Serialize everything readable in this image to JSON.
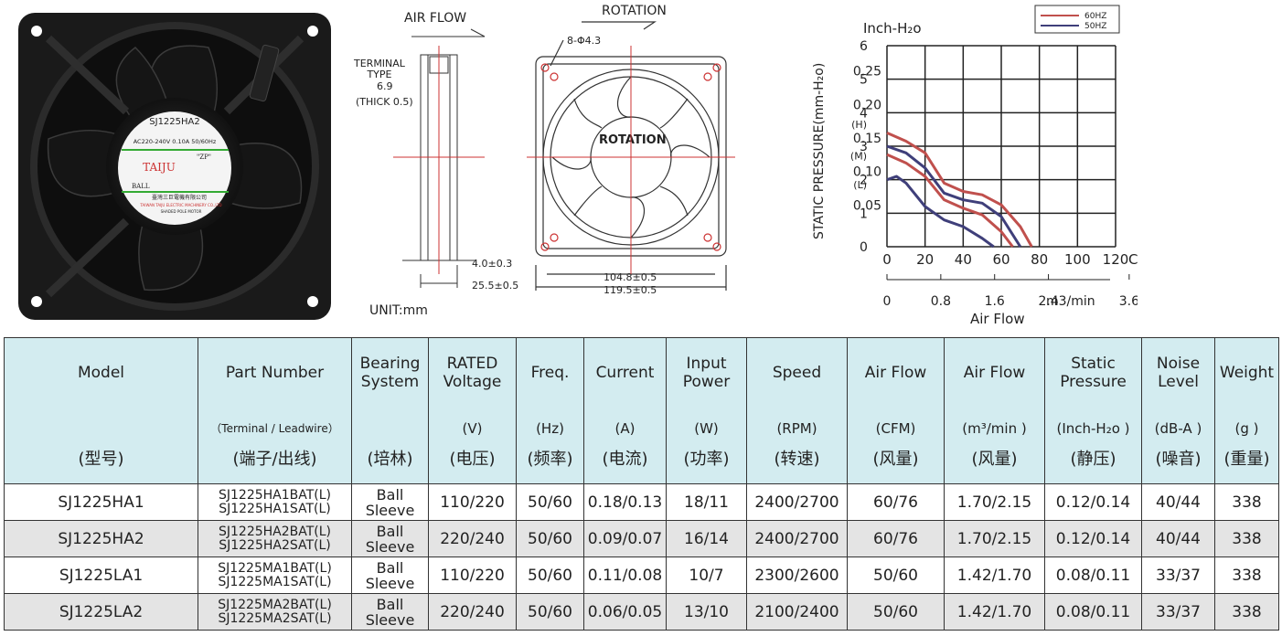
{
  "product_photo": {
    "label_model": "SJ1225HA2",
    "label_rating": "AC220-240V  0.10A  50/60Hz",
    "label_brand": "TAIJU",
    "label_zp": "\"ZP\"",
    "label_ball": "BALL",
    "label_company": "臺灣三巨電機有限公司",
    "label_company_en": "TAIWAN TAIJU ELECTRIC MACHINERY CO.,LTD",
    "label_motor": "SHADED POLE MOTOR"
  },
  "drawing": {
    "air_flow": "AIR FLOW",
    "rotation_top": "ROTATION",
    "terminal_type": "TERMINAL\nTYPE",
    "dim_6_9": "6.9",
    "thick": "(THICK 0.5)",
    "dim_4": "4.0±0.3",
    "dim_25": "25.5±0.5",
    "holes": "8-Φ4.3",
    "rotation_center": "ROTATION",
    "dim_104": "104.8±0.5",
    "dim_119": "119.5±0.5",
    "unit": "UNIT:mm"
  },
  "chart_data": {
    "type": "line",
    "inch_label": "Inch-H₂o",
    "ylabel": "STATIC PRESSURE(mm-H₂o)",
    "xlabel": "Air Flow",
    "x_unit_cfm": "CFM",
    "x_unit_m3": "m3/min",
    "x_ticks_cfm": [
      "0",
      "20",
      "40",
      "60",
      "80",
      "100",
      "120"
    ],
    "x_ticks_m3": [
      "0",
      "0.8",
      "1.6",
      "2.4",
      "3.6"
    ],
    "y_ticks_mm": [
      "0",
      "1",
      "2",
      "3",
      "4",
      "5",
      "6"
    ],
    "y_ticks_inch": [
      "0.05",
      "0.10",
      "0.15",
      "0.20",
      "0.25"
    ],
    "y_marks": [
      "(H)",
      "(M)",
      "(L)"
    ],
    "xlim": [
      0,
      120
    ],
    "ylim": [
      0,
      6
    ],
    "grid": true,
    "legend_position": "top-right",
    "colors": {
      "60HZ": "#c0504d",
      "50HZ": "#3f3f7a"
    },
    "series": [
      {
        "name": "60HZ",
        "x": [
          0,
          10,
          20,
          30,
          40,
          50,
          60,
          70,
          76
        ],
        "y": [
          3.4,
          3.15,
          2.8,
          1.9,
          1.65,
          1.55,
          1.25,
          0.6,
          0
        ]
      },
      {
        "name": "60HZ",
        "x": [
          0,
          10,
          20,
          30,
          40,
          50,
          60,
          66
        ],
        "y": [
          2.75,
          2.5,
          2.1,
          1.4,
          1.15,
          0.95,
          0.45,
          0
        ]
      },
      {
        "name": "50HZ",
        "x": [
          0,
          10,
          20,
          30,
          40,
          50,
          60,
          70
        ],
        "y": [
          3.0,
          2.8,
          2.35,
          1.6,
          1.4,
          1.3,
          0.9,
          0
        ]
      },
      {
        "name": "50HZ",
        "x": [
          0,
          5,
          10,
          20,
          30,
          40,
          50,
          56
        ],
        "y": [
          2.0,
          2.1,
          1.9,
          1.2,
          0.8,
          0.6,
          0.25,
          0
        ]
      }
    ]
  },
  "table": {
    "headers": [
      {
        "en": "Model",
        "unit": "",
        "cn": "(型号)"
      },
      {
        "en": "Part Number",
        "unit": "（Terminal / Leadwire）",
        "cn": "(端子/出线)"
      },
      {
        "en": "Bearing\nSystem",
        "unit": "",
        "cn": "(培林)"
      },
      {
        "en": "RATED\nVoltage",
        "unit": "(V)",
        "cn": "(电压)"
      },
      {
        "en": "Freq.",
        "unit": "(Hz)",
        "cn": "(频率)"
      },
      {
        "en": "Current",
        "unit": "(A)",
        "cn": "(电流)"
      },
      {
        "en": "Input\nPower",
        "unit": "(W)",
        "cn": "(功率)"
      },
      {
        "en": "Speed",
        "unit": "(RPM)",
        "cn": "(转速)"
      },
      {
        "en": "Air Flow",
        "unit": "(CFM)",
        "cn": "(风量)"
      },
      {
        "en": "Air Flow",
        "unit": "(m³/min )",
        "cn": "(风量)"
      },
      {
        "en": "Static\nPressure",
        "unit": "(Inch-H₂o )",
        "cn": "(静压)"
      },
      {
        "en": "Noise\nLevel",
        "unit": "(dB-A )",
        "cn": "(噪音)"
      },
      {
        "en": "Weight",
        "unit": "(g )",
        "cn": "(重量)"
      }
    ],
    "rows": [
      {
        "model": "SJ1225HA1",
        "part1": "SJ1225HA1BAT(L)",
        "part2": "SJ1225HA1SAT(L)",
        "bearing1": "Ball",
        "bearing2": "Sleeve",
        "voltage": "110/220",
        "freq": "50/60",
        "current": "0.18/0.13",
        "power": "18/11",
        "speed": "2400/2700",
        "cfm": "60/76",
        "m3": "1.70/2.15",
        "pressure": "0.12/0.14",
        "noise": "40/44",
        "weight": "338"
      },
      {
        "model": "SJ1225HA2",
        "part1": "SJ1225HA2BAT(L)",
        "part2": "SJ1225HA2SAT(L)",
        "bearing1": "Ball",
        "bearing2": "Sleeve",
        "voltage": "220/240",
        "freq": "50/60",
        "current": "0.09/0.07",
        "power": "16/14",
        "speed": "2400/2700",
        "cfm": "60/76",
        "m3": "1.70/2.15",
        "pressure": "0.12/0.14",
        "noise": "40/44",
        "weight": "338"
      },
      {
        "model": "SJ1225LA1",
        "part1": "SJ1225MA1BAT(L)",
        "part2": "SJ1225MA1SAT(L)",
        "bearing1": "Ball",
        "bearing2": "Sleeve",
        "voltage": "110/220",
        "freq": "50/60",
        "current": "0.11/0.08",
        "power": "10/7",
        "speed": "2300/2600",
        "cfm": "50/60",
        "m3": "1.42/1.70",
        "pressure": "0.08/0.11",
        "noise": "33/37",
        "weight": "338"
      },
      {
        "model": "SJ1225LA2",
        "part1": "SJ1225MA2BAT(L)",
        "part2": "SJ1225MA2SAT(L)",
        "bearing1": "Ball",
        "bearing2": "Sleeve",
        "voltage": "220/240",
        "freq": "50/60",
        "current": "0.06/0.05",
        "power": "13/10",
        "speed": "2100/2400",
        "cfm": "50/60",
        "m3": "1.42/1.70",
        "pressure": "0.08/0.11",
        "noise": "33/37",
        "weight": "338"
      }
    ]
  }
}
